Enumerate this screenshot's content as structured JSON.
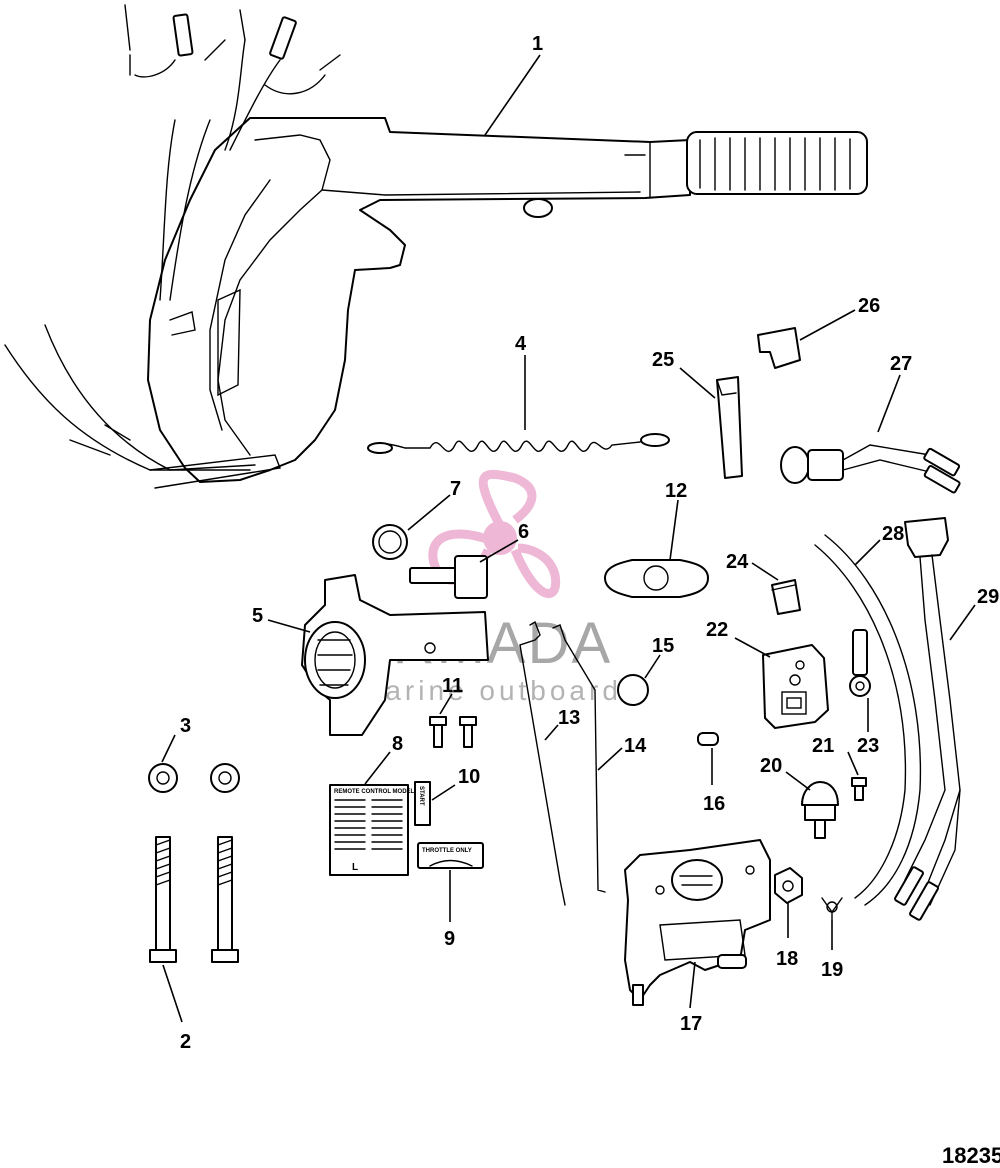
{
  "figure_id": "18235",
  "watermark": {
    "brand": "ARMADA",
    "tagline": "marine outboards",
    "accent_color": "#e8a0c8",
    "text_color": "#8a8a8a"
  },
  "labels": {
    "decal_8_title": "REMOTE CONTROL MODEL",
    "decal_8_letter": "L",
    "decal_9": "THROTTLE ONLY",
    "decal_10": "START"
  },
  "callouts": [
    {
      "number": "1"
    },
    {
      "number": "2"
    },
    {
      "number": "3"
    },
    {
      "number": "4"
    },
    {
      "number": "5"
    },
    {
      "number": "6"
    },
    {
      "number": "7"
    },
    {
      "number": "8"
    },
    {
      "number": "9"
    },
    {
      "number": "10"
    },
    {
      "number": "11"
    },
    {
      "number": "12"
    },
    {
      "number": "13"
    },
    {
      "number": "14"
    },
    {
      "number": "15"
    },
    {
      "number": "16"
    },
    {
      "number": "17"
    },
    {
      "number": "18"
    },
    {
      "number": "19"
    },
    {
      "number": "20"
    },
    {
      "number": "21"
    },
    {
      "number": "22"
    },
    {
      "number": "23"
    },
    {
      "number": "24"
    },
    {
      "number": "25"
    },
    {
      "number": "26"
    },
    {
      "number": "27"
    },
    {
      "number": "28"
    },
    {
      "number": "29"
    }
  ]
}
